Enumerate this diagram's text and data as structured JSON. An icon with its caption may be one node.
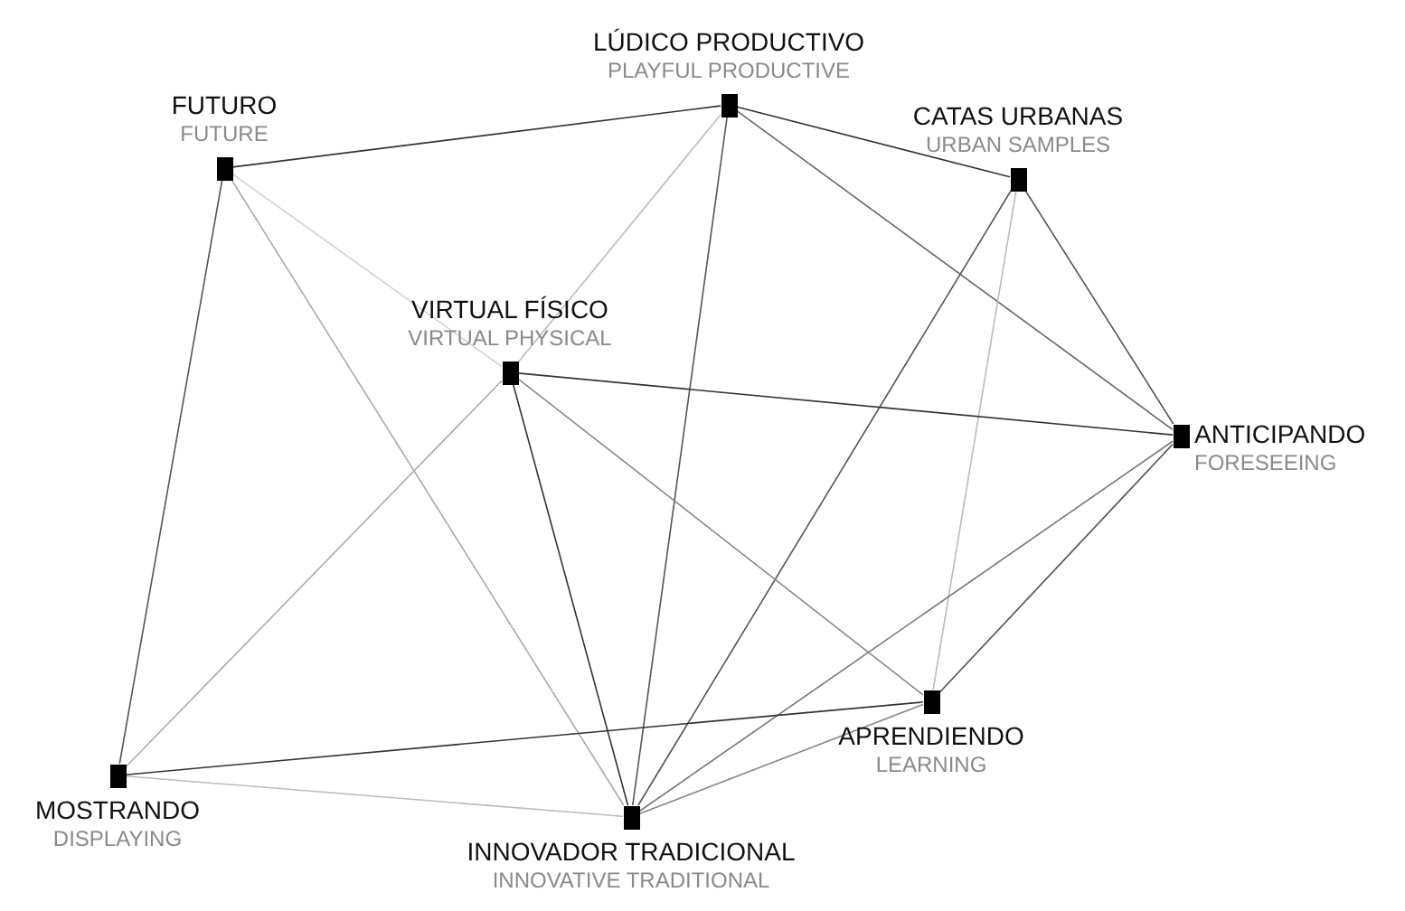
{
  "diagram": {
    "nodes": [
      {
        "text": [],
        "shape": "bar",
        "beside": [
          "FUTURO",
          "FUTURE"
        ]
      },
      {
        "text": [],
        "shape": "bar",
        "beside": [
          "LÚDICO PRODUCTIVO",
          "PLAYFUL PRODUCTIVE"
        ]
      },
      {
        "text": [],
        "shape": "bar",
        "beside": [
          "CATAS URBANAS",
          "URBAN SAMPLES"
        ]
      },
      {
        "text": [],
        "shape": "bar",
        "beside": [
          "VIRTUAL FÍSICO",
          "VIRTUAL PHYSICAL"
        ]
      },
      {
        "text": [],
        "shape": "bar",
        "beside": [
          "ANTICIPANDO",
          "FORESEEING"
        ]
      },
      {
        "text": [],
        "shape": "bar",
        "beside": [
          "APRENDIENDO",
          "LEARNING"
        ]
      },
      {
        "text": [],
        "shape": "bar",
        "beside": [
          "MOSTRANDO",
          "DISPLAYING"
        ]
      },
      {
        "text": [],
        "shape": "bar",
        "beside": [
          "INNOVADOR TRADICIONAL",
          "INNOVATIVE TRADITIONAL"
        ]
      }
    ],
    "edges": [
      {
        "from": 0,
        "to": 1,
        "arrow": "none"
      },
      {
        "from": 0,
        "to": 6,
        "arrow": "none",
        "color": "#555555"
      },
      {
        "from": 0,
        "to": 3,
        "arrow": "none",
        "color": "#d0d0d0"
      },
      {
        "from": 0,
        "to": 7,
        "arrow": "none",
        "color": "#aaaaaa"
      },
      {
        "from": 1,
        "to": 2,
        "arrow": "none"
      },
      {
        "from": 1,
        "to": 4,
        "arrow": "none",
        "color": "#666666"
      },
      {
        "from": 1,
        "to": 7,
        "arrow": "none",
        "color": "#555555"
      },
      {
        "from": 1,
        "to": 3,
        "arrow": "none",
        "color": "#bbbbbb"
      },
      {
        "from": 2,
        "to": 7,
        "arrow": "none",
        "color": "#555555"
      },
      {
        "from": 2,
        "to": 5,
        "arrow": "none",
        "color": "#bbbbbb"
      },
      {
        "from": 2,
        "to": 4,
        "arrow": "none",
        "color": "#555555"
      },
      {
        "from": 3,
        "to": 4,
        "arrow": "none"
      },
      {
        "from": 3,
        "to": 7,
        "arrow": "none"
      },
      {
        "from": 3,
        "to": 5,
        "arrow": "none",
        "color": "#888888"
      },
      {
        "from": 3,
        "to": 6,
        "arrow": "none",
        "color": "#aaaaaa"
      },
      {
        "from": 4,
        "to": 5,
        "arrow": "none",
        "color": "#555555"
      },
      {
        "from": 4,
        "to": 7,
        "arrow": "none",
        "color": "#777777"
      },
      {
        "from": 6,
        "to": 5,
        "arrow": "none"
      },
      {
        "from": 6,
        "to": 7,
        "arrow": "none",
        "color": "#bbbbbb"
      },
      {
        "from": 7,
        "to": 5,
        "arrow": "none",
        "color": "#888888"
      }
    ]
  }
}
